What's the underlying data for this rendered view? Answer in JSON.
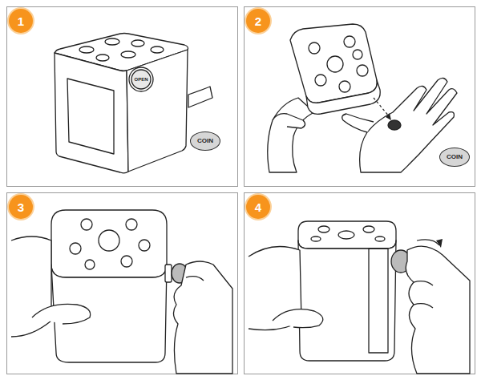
{
  "diagram": {
    "nodes": [
      {
        "text": [
          "1"
        ]
      },
      {
        "text": [
          "COIN"
        ]
      },
      {
        "text": [
          "2"
        ]
      },
      {
        "text": [
          "COIN"
        ]
      },
      {
        "text": [
          "3"
        ]
      },
      {
        "text": [
          "4"
        ]
      }
    ],
    "labels": [
      "OPEN"
    ]
  }
}
